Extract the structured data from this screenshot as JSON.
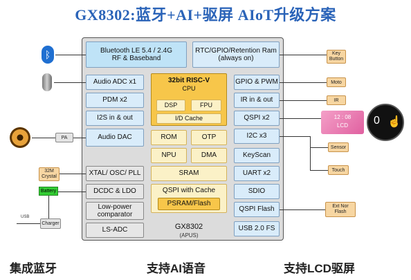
{
  "title": "GX8302:蓝牙+AI+驱屏 AIoT升级方案",
  "chip": {
    "bluetooth": "Bluetooth LE 5.4 / 2.4G\nRF & Baseband",
    "rtc": "RTC/GPIO/Retention Ram\n(always on)",
    "audio_adc": "Audio ADC x1",
    "pdm": "PDM x2",
    "i2s": "I2S in & out",
    "audio_dac": "Audio DAC",
    "cpu_title": "32bit RISC-V",
    "cpu_sub": "CPU",
    "dsp": "DSP",
    "fpu": "FPU",
    "icache": "I/D Cache",
    "rom": "ROM",
    "otp": "OTP",
    "npu": "NPU",
    "dma": "DMA",
    "sram": "SRAM",
    "qspi_cache": "QSPI with Cache",
    "psram": "PSRAM/Flash",
    "gpio_pwm": "GPIO & PWM",
    "ir": "IR in & out",
    "qspi_x2": "QSPI x2",
    "i2c": "I2C x3",
    "keyscan": "KeyScan",
    "uart": "UART x2",
    "sdio": "SDIO",
    "qspi_flash": "QSPI Flash",
    "usb": "USB 2.0 FS",
    "xtal": "XTAL/ OSC/ PLL",
    "dcdc": "DCDC & LDO",
    "lowpower": "Low-power\ncomparator",
    "lsadc": "LS-ADC",
    "name": "GX8302",
    "name_sub": "(APUS)"
  },
  "external": {
    "pa": "PA",
    "crystal": "32M\nCrystal",
    "battery": "Battery",
    "usb": "USB",
    "charger": "Charger",
    "key": "Key\nButton",
    "moto": "Moto",
    "ir": "IR",
    "lcd_time": "12 : 08",
    "lcd": "LCD",
    "sensor": "Sensor",
    "touch": "Touch",
    "ext_flash": "Ext Nor\nFlash",
    "watch_text": "0"
  },
  "captions": [
    "集成蓝牙",
    "支持AI语音",
    "支持LCD驱屏"
  ]
}
